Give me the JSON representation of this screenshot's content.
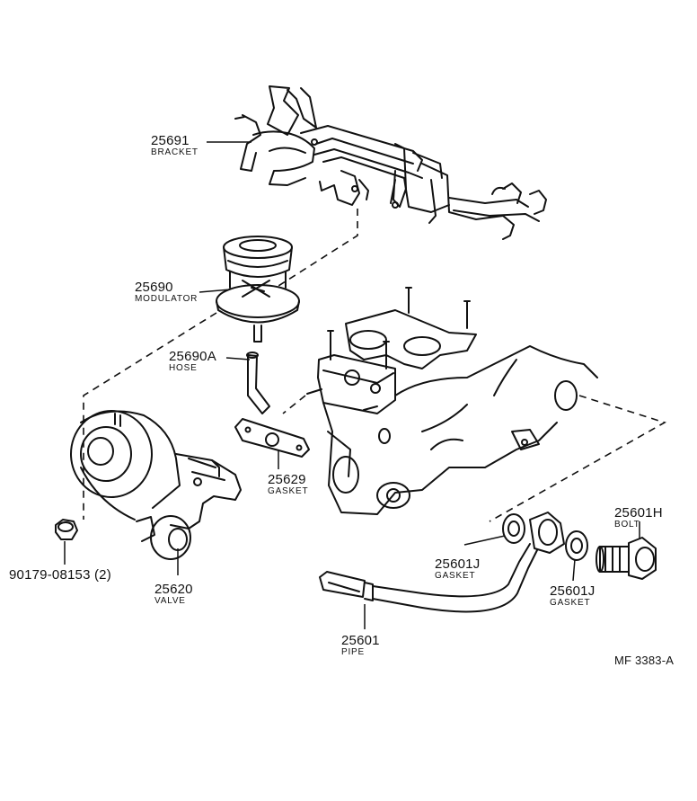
{
  "parts": {
    "bracket": {
      "number": "25691",
      "name": "BRACKET"
    },
    "modulator": {
      "number": "25690",
      "name": "MODULATOR"
    },
    "hose": {
      "number": "25690A",
      "name": "HOSE"
    },
    "gasket_a": {
      "number": "25629",
      "name": "GASKET"
    },
    "nut": {
      "number": "90179-08153 (2)"
    },
    "valve": {
      "number": "25620",
      "name": "VALVE"
    },
    "bolt": {
      "number": "25601H",
      "name": "BOLT"
    },
    "gasket_b": {
      "number": "25601J",
      "name": "GASKET"
    },
    "gasket_c": {
      "number": "25601J",
      "name": "GASKET"
    },
    "pipe": {
      "number": "25601",
      "name": "PIPE"
    }
  },
  "reference": "MF 3383-A"
}
